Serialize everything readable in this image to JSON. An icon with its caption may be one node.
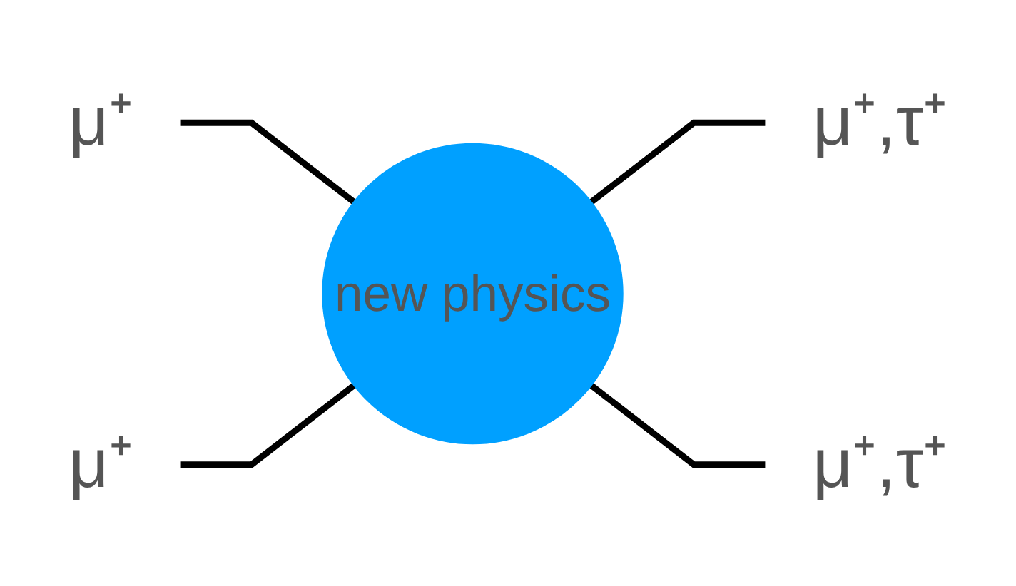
{
  "diagram": {
    "nodes": [
      {
        "text": [
          "μ⁺"
        ]
      },
      {
        "text": [
          "μ⁺,τ⁺"
        ]
      },
      {
        "text": [
          "new physics"
        ]
      },
      {
        "text": [
          "μ⁺"
        ]
      },
      {
        "text": [
          "μ⁺,τ⁺"
        ]
      }
    ],
    "edges": [
      {
        "from": 0,
        "to": 2,
        "arrow": "none"
      },
      {
        "from": 2,
        "to": 1,
        "arrow": "none"
      },
      {
        "from": 3,
        "to": 2,
        "arrow": "none"
      },
      {
        "from": 2,
        "to": 4,
        "arrow": "none"
      }
    ]
  }
}
